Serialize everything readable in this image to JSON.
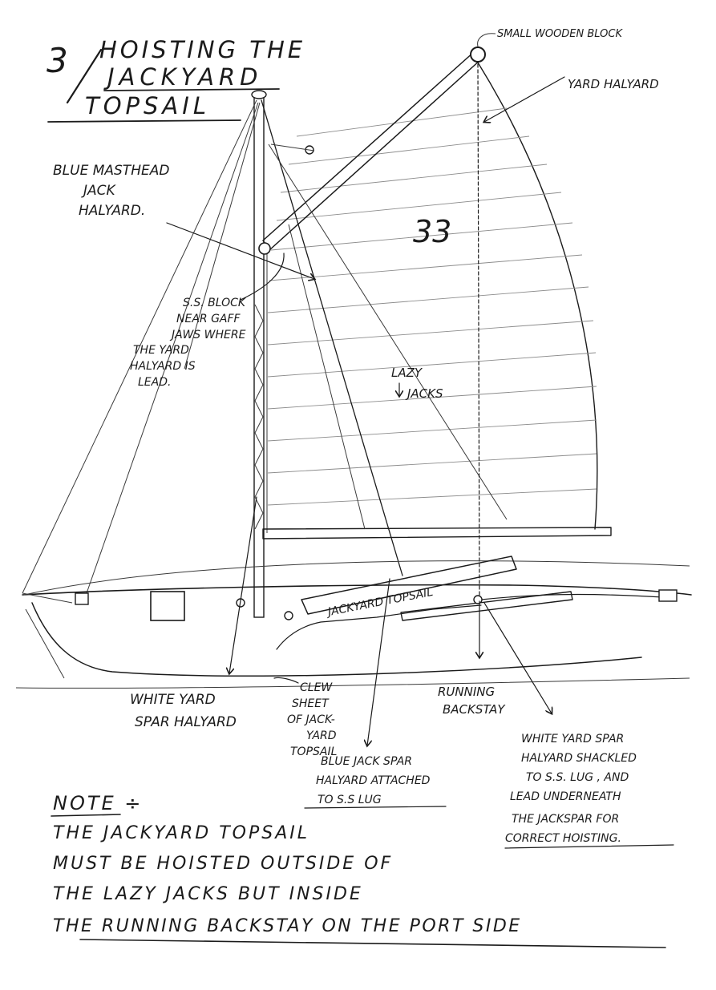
{
  "page_number": "3",
  "title": [
    "HOISTING THE",
    "JACKYARD",
    "TOPSAIL"
  ],
  "sail_number": "33",
  "jackyard_sail_text": "JACKYARD TOPSAIL",
  "labels": {
    "small_wooden_block": "SMALL WOODEN BLOCK",
    "yard_halyard": "YARD HALYARD",
    "blue_masthead_jack_halyard": [
      "BLUE MASTHEAD",
      "JACK",
      "HALYARD."
    ],
    "ss_block": [
      "S.S. BLOCK",
      "NEAR GAFF",
      "JAWS WHERE",
      "THE YARD",
      "HALYARD IS",
      "LEAD."
    ],
    "lazy_jacks": [
      "LAZY",
      "JACKS"
    ],
    "white_yard_spar_halyard": [
      "WHITE YARD",
      "SPAR HALYARD"
    ],
    "clew_sheet": [
      "CLEW",
      "SHEET",
      "OF JACK-",
      "YARD",
      "TOPSAIL"
    ],
    "running_backstay": [
      "RUNNING",
      "BACKSTAY"
    ],
    "blue_jack_spar_halyard": [
      "BLUE JACK SPAR",
      "HALYARD ATTACHED",
      "TO S.S LUG"
    ],
    "white_yard_spar_shackled": [
      "WHITE YARD SPAR",
      "HALYARD SHACKLED",
      "TO S.S. LUG , AND",
      "LEAD UNDERNEATH",
      "THE JACKSPAR FOR",
      "CORRECT HOISTING."
    ]
  },
  "note": {
    "heading": "NOTE ÷",
    "lines": [
      "THE JACKYARD TOPSAIL",
      "MUST BE HOISTED OUTSIDE OF",
      "THE LAZY JACKS BUT INSIDE",
      "THE RUNNING BACKSTAY ON THE PORT SIDE"
    ]
  }
}
